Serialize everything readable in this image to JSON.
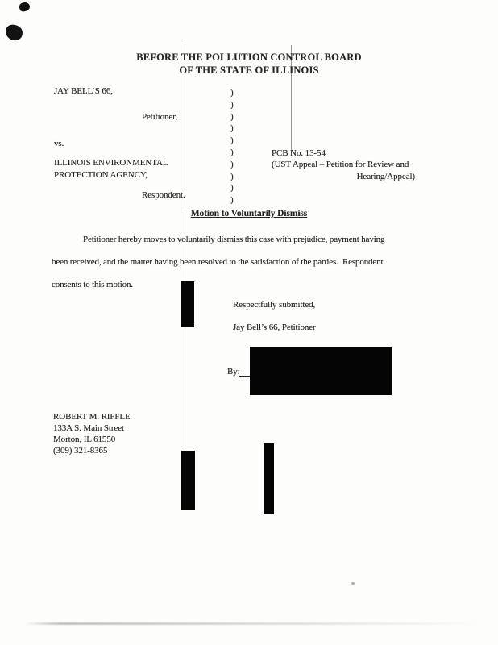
{
  "document": {
    "court_line1": "BEFORE THE POLLUTION CONTROL BOARD",
    "court_line2": "OF THE STATE OF ILLINOIS",
    "caption": {
      "petitioner_name": "JAY BELL’S 66,",
      "petitioner_label": "Petitioner,",
      "vs_label": "vs.",
      "respondent_line1": "ILLINOIS ENVIRONMENTAL",
      "respondent_line2": "PROTECTION AGENCY,",
      "respondent_label": "Respondent.",
      "parens": ")\n)\n)\n)\n)\n)\n)\n)\n)\n)",
      "case_number": "PCB No. 13-54",
      "case_type_line1": "(UST Appeal – Petition for Review and",
      "case_type_line2": "Hearing/Appeal)"
    },
    "title": "Motion to Voluntarily Dismiss",
    "body": {
      "line1": "Petitioner hereby moves to voluntarily dismiss this case with prejudice, payment having",
      "line2": "been received, and the matter having been resolved to the satisfaction of the parties.  Respondent",
      "line3": "consents to this motion."
    },
    "closing": {
      "respectfully": "Respectfully submitted,",
      "signer": "Jay Bell’s 66, Petitioner",
      "by_label": "By:"
    },
    "attorney": {
      "name": "ROBERT M. RIFFLE",
      "address_line1": "133A S. Main Street",
      "address_line2": "Morton, IL 61550",
      "phone": "(309) 321-8365"
    }
  }
}
